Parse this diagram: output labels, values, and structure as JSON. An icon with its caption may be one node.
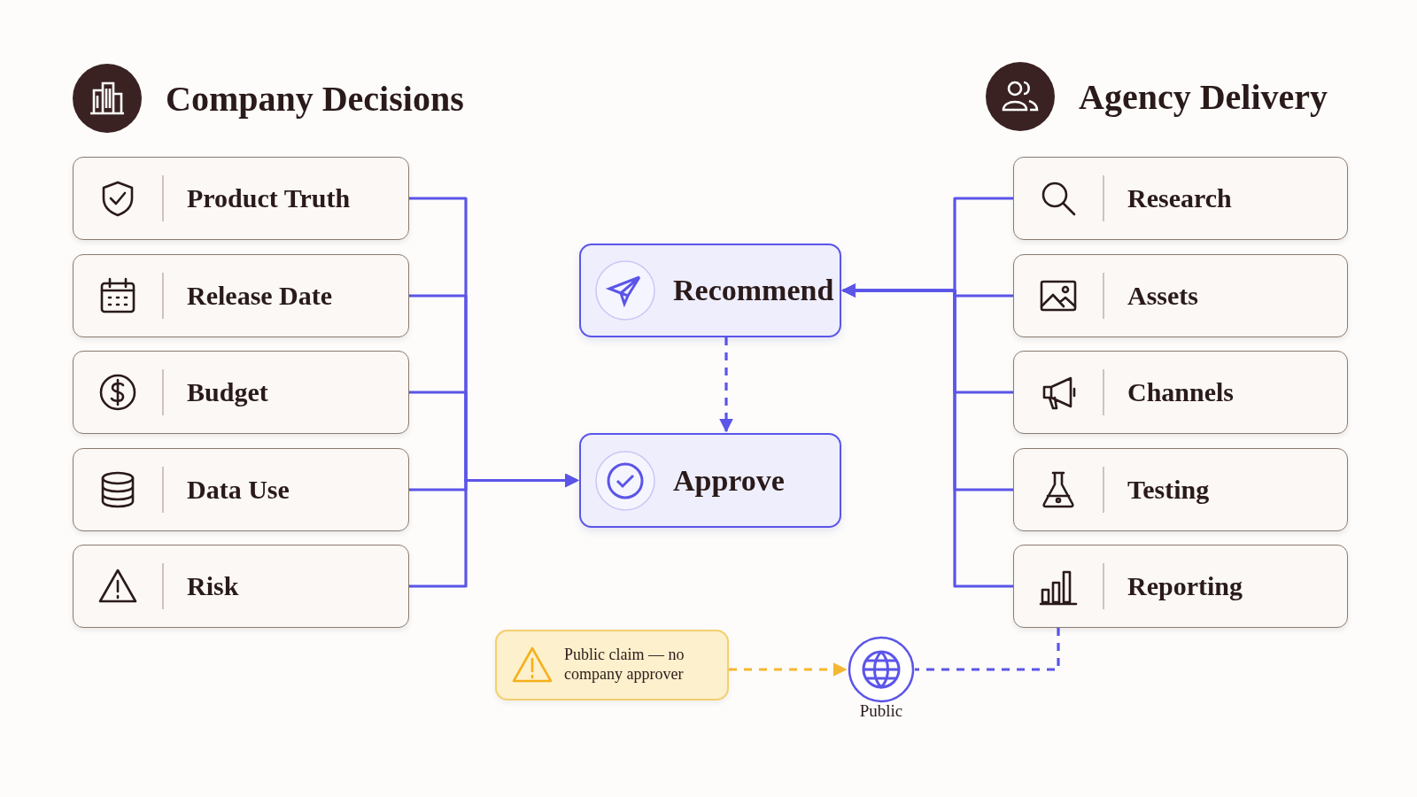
{
  "diagram": {
    "nodes": [
      {
        "text": [
          "Product Truth"
        ]
      },
      {
        "text": [
          "Release Date"
        ]
      },
      {
        "text": [
          "Budget"
        ]
      },
      {
        "text": [
          "Data Use"
        ]
      },
      {
        "text": [
          "Risk"
        ]
      },
      {
        "text": [
          "Recommend"
        ]
      },
      {
        "text": [
          "Approve"
        ]
      },
      {
        "text": [
          "Research"
        ]
      },
      {
        "text": [
          "Assets"
        ]
      },
      {
        "text": [
          "Channels"
        ]
      },
      {
        "text": [
          "Testing"
        ]
      },
      {
        "text": [
          "Reporting"
        ]
      },
      {
        "text": [
          "Public claim — no company approver"
        ]
      },
      {
        "text": [
          "Public"
        ]
      }
    ],
    "edges": [
      {
        "from": 0,
        "to": 6,
        "arrow": "to"
      },
      {
        "from": 1,
        "to": 6,
        "arrow": "to"
      },
      {
        "from": 2,
        "to": 6,
        "arrow": "to"
      },
      {
        "from": 3,
        "to": 6,
        "arrow": "to"
      },
      {
        "from": 4,
        "to": 6,
        "arrow": "to"
      },
      {
        "from": 7,
        "to": 5,
        "arrow": "to"
      },
      {
        "from": 8,
        "to": 5,
        "arrow": "to"
      },
      {
        "from": 9,
        "to": 5,
        "arrow": "to"
      },
      {
        "from": 10,
        "to": 5,
        "arrow": "to"
      },
      {
        "from": 11,
        "to": 5,
        "arrow": "to"
      },
      {
        "from": 5,
        "to": 6,
        "arrow": "to",
        "style": "dashed"
      },
      {
        "from": 12,
        "to": 13,
        "arrow": "to",
        "style": "dashed",
        "color": "#f5b731"
      },
      {
        "from": 11,
        "to": 13,
        "arrow": "none",
        "style": "dashed"
      }
    ],
    "labels": [
      "Company Decisions",
      "Agency Delivery"
    ]
  }
}
